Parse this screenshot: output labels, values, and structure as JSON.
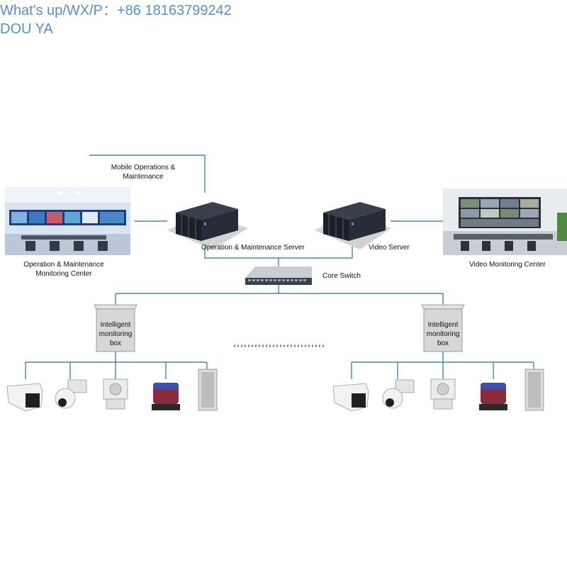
{
  "watermark": {
    "line1": "What's up/WX/P：+86 18163799242",
    "line2": "DOU YA"
  },
  "labels": {
    "mobile_ops": "Mobile Operations &",
    "mobile_ops_2": "Maintenance",
    "om_center_1": "Operation & Maintenance",
    "om_center_2": "Monitoring Center",
    "om_server": "Operation & Maintenance Server",
    "video_server": "Video Server",
    "video_center": "Video Monitoring Center",
    "core_switch": "Core Switch",
    "box_left_1": "Intelligent",
    "box_left_2": "monitoring",
    "box_left_3": "box",
    "box_right_1": "Intelligent",
    "box_right_2": "monitoring",
    "box_right_3": "box"
  },
  "colors": {
    "line": "#2f6f8f",
    "screen_blue": "#2a5ea8",
    "rack": "#1b1f2a",
    "box": "#cfcfcf"
  },
  "icons": [
    "bullet-camera-icon",
    "ptz-dome-camera-icon",
    "box-camera-icon",
    "warning-light-icon",
    "speaker-panel-icon"
  ]
}
